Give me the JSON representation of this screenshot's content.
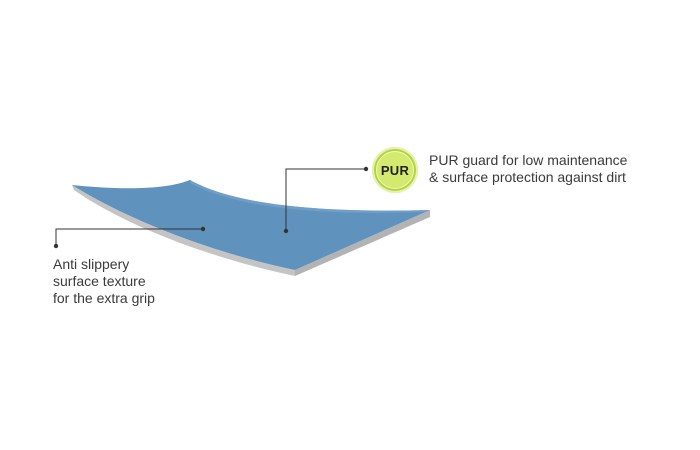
{
  "callouts": {
    "left": {
      "lines": [
        "Anti slippery",
        "surface texture",
        "for the extra grip"
      ]
    },
    "right": {
      "lines": [
        "PUR guard for low maintenance",
        "& surface protection against dirt"
      ]
    }
  },
  "badge": {
    "label": "PUR",
    "outer_color": "#b5d334",
    "inner_color": "#d4ea6f"
  },
  "colors": {
    "surface_top": "#5f92bd",
    "surface_edge": "#b9b9b9",
    "leader_line": "#333333",
    "text": "#3a3a3a"
  }
}
